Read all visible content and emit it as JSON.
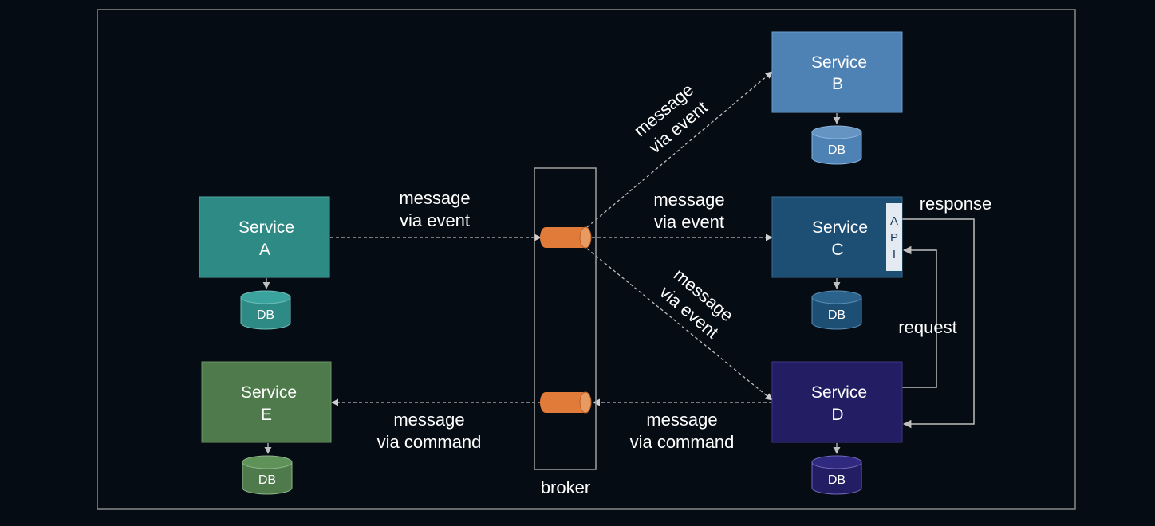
{
  "services": [
    {
      "key": "a",
      "name": "Service",
      "letter": "A",
      "color": "#2e8a85",
      "db": "DB"
    },
    {
      "key": "b",
      "name": "Service",
      "letter": "B",
      "color": "#4e82b5",
      "db": "DB"
    },
    {
      "key": "c",
      "name": "Service",
      "letter": "C",
      "color": "#1d4f74",
      "db": "DB"
    },
    {
      "key": "d",
      "name": "Service",
      "letter": "D",
      "color": "#231e63",
      "db": "DB"
    },
    {
      "key": "e",
      "name": "Service",
      "letter": "E",
      "color": "#4f7b4c",
      "db": "DB"
    }
  ],
  "broker": {
    "label": "broker",
    "queue_color": "#e07b39"
  },
  "api": {
    "letters": [
      "A",
      "P",
      "I"
    ]
  },
  "labels": {
    "a_to_broker": [
      "message",
      "via event"
    ],
    "broker_to_b": [
      "message",
      "via event"
    ],
    "broker_to_c": [
      "message",
      "via event"
    ],
    "broker_to_d": [
      "message",
      "via event"
    ],
    "d_to_broker": [
      "message",
      "via command"
    ],
    "broker_to_e": [
      "message",
      "via command"
    ],
    "response": "response",
    "request": "request"
  }
}
